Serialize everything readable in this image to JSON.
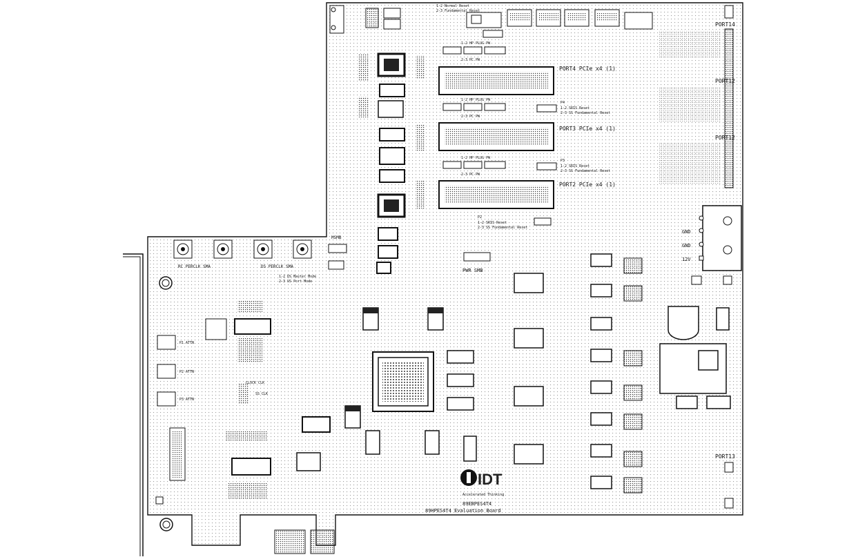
{
  "board": {
    "name": "89HPES4T4 Evaluation Board",
    "part_number": "89EBPES4T4",
    "logo_text": "IDT",
    "logo_tagline": "Accelerated Thinking",
    "ink_color": "#111111",
    "paper_color": "#ffffff"
  },
  "ports": {
    "port14_top": "PORT14",
    "port12_a": "PORT12",
    "port12_b": "PORT12",
    "port13": "PORT13",
    "slot4": "PORT4 PCIe x4 (1)",
    "slot3": "PORT3 PCIe x4 (1)",
    "slot2": "PORT2 PCIe x4 (1)"
  },
  "jumpers": {
    "j4_title": "P4",
    "j4_line1": "1-2 SRIS Reset",
    "j4_line2": "2-3 SS Fundamental Reset",
    "j3_title": "P3",
    "j3_line1": "1-2 SRIS Reset",
    "j3_line2": "2-3 SS Fundamental Reset",
    "j2_title": "P2",
    "j2_line1": "1-2 SRIS Reset",
    "j2_line2": "2-3 SS Fundamental Reset",
    "pwr_a1": "1-2 HP PLUG PW",
    "pwr_a2": "2-3 PC PW",
    "pwr_b1": "1-2 HP PLUG PW",
    "pwr_b2": "2-3 PC PW",
    "pwr_c1": "1-2 HP PLUG PW",
    "pwr_c2": "2-3 PC PW",
    "top_a": "1-2 Normal Reset",
    "top_b": "2-3 Fundamental Reset",
    "pwr_smb": "PWR SMB",
    "msmb": "MSMB",
    "refclk_rc": "RC PERCLK SMA",
    "refclk_ds": "DS PERCLK SMA",
    "mode_a": "1-2 DS Master Mode",
    "mode_b": "2-3 US Port Mode",
    "p_atn1": "P1 ATTN",
    "p_atn2": "P2 ATTN",
    "p_atn3": "P3 ATTN",
    "clk_a": "CLOCK CLK",
    "clk_b": "SS CLK"
  },
  "power": {
    "gnd1": "GND",
    "gnd2": "GND",
    "v12": "12V"
  }
}
